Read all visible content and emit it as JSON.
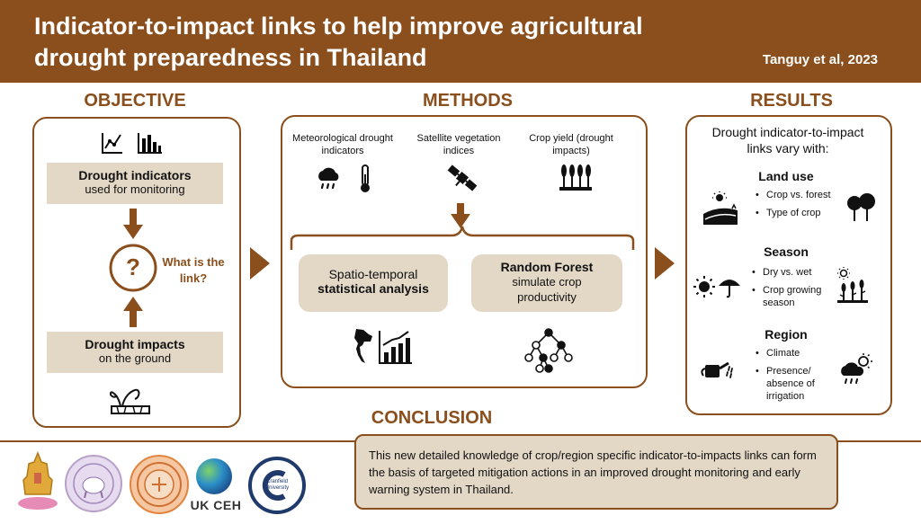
{
  "header": {
    "title": "Indicator-to-impact links to help improve agricultural drought preparedness in Thailand",
    "citation": "Tanguy et al, 2023"
  },
  "objective": {
    "heading": "OBJECTIVE",
    "indicators_bold": "Drought indicators",
    "indicators_sub": "used for monitoring",
    "question_mark": "?",
    "link_question": "What is the link?",
    "impacts_bold": "Drought impacts",
    "impacts_sub": "on the ground"
  },
  "methods": {
    "heading": "METHODS",
    "sources": [
      {
        "label": "Meteorological drought indicators"
      },
      {
        "label": "Satellite vegetation indices"
      },
      {
        "label": "Crop yield (drought impacts)"
      }
    ],
    "analysis_line1": "Spatio-temporal",
    "analysis_line2": "statistical analysis",
    "rf_title": "Random Forest",
    "rf_sub": "simulate crop productivity"
  },
  "results": {
    "heading": "RESULTS",
    "intro": "Drought indicator-to-impact links vary with:",
    "groups": [
      {
        "title": "Land use",
        "items": [
          "Crop vs. forest",
          "Type of crop"
        ]
      },
      {
        "title": "Season",
        "items": [
          "Dry vs. wet",
          "Crop growing season"
        ]
      },
      {
        "title": "Region",
        "items": [
          "Climate",
          "Presence/ absence of irrigation"
        ]
      }
    ]
  },
  "conclusion": {
    "heading": "CONCLUSION",
    "text": "This new detailed knowledge of crop/region specific indicator-to-impacts links can form the basis of targeted mitigation actions in an improved drought monitoring and early warning system in Thailand."
  },
  "logos": {
    "ukceh": "UK CEH",
    "cranfield": "Cranfield University"
  },
  "colors": {
    "brand_brown": "#8a4f1c",
    "beige": "#e3d7c6"
  }
}
